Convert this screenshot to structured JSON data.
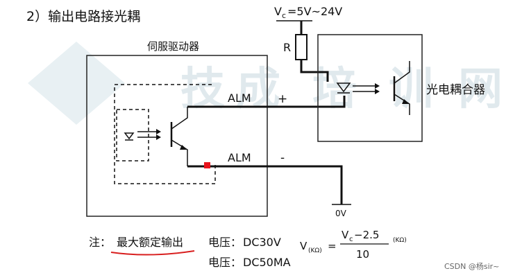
{
  "heading": "2）输出电路接光耦",
  "supply": {
    "prefix": "V",
    "sub": "c",
    "suffix": "=5V~24V"
  },
  "resistor_label": "R",
  "servo_label": "伺服驱动器",
  "alm_plus": "ALM",
  "alm_minus": "ALM",
  "plus_sign": "+",
  "minus_sign": "-",
  "coupler_label": "光电耦合器",
  "ground_label": "0V",
  "note": {
    "prefix": "注：",
    "underlined": "最大额定输出",
    "line1_label": "电压：",
    "line1_value": "DC30V",
    "line2_label": "电压：",
    "line2_value": "DC50MA"
  },
  "formula": {
    "lhs_v": "V",
    "lhs_unit": "(KΩ)",
    "eq": "=",
    "num_v": "V",
    "num_sub": "c",
    "num_rest": "−2.5",
    "den": "10",
    "unit": "(KΩ)"
  },
  "watermark": "CSDN @杨sir~",
  "colors": {
    "ink": "#111111",
    "accent": "#e8141d",
    "underline": "#d81e1e",
    "bg_watermark": "#dde7ec"
  }
}
